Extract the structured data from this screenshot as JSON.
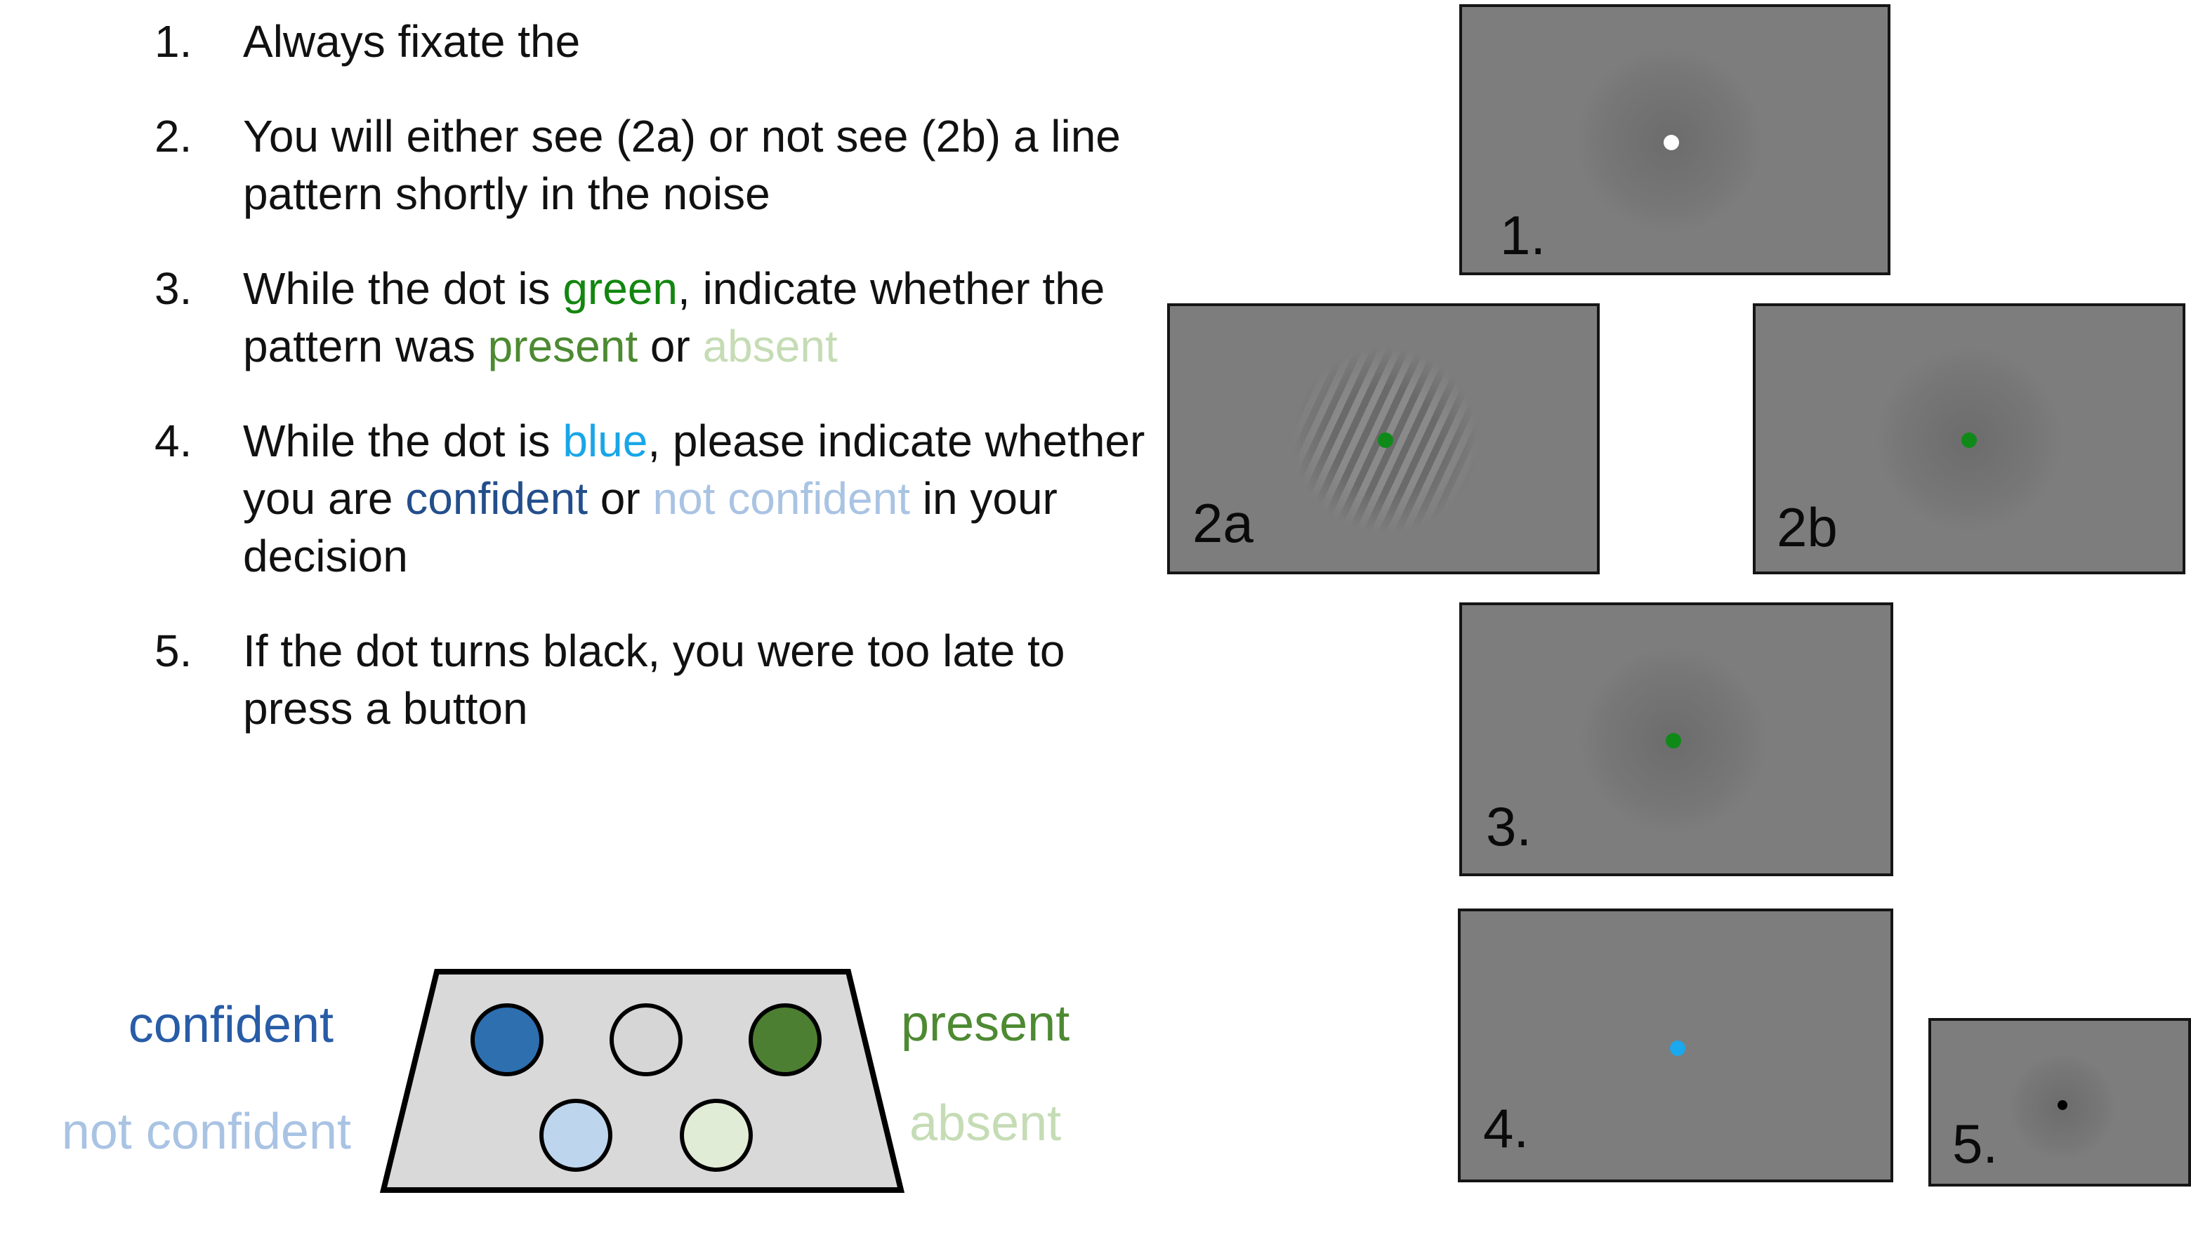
{
  "steps": [
    {
      "num": "1.",
      "segments": [
        {
          "text": "Always fixate the",
          "color": "#111111"
        }
      ]
    },
    {
      "num": "2.",
      "segments": [
        {
          "text": "You will either see (2a) or not see (2b) a line pattern shortly in the noise",
          "color": "#111111"
        }
      ]
    },
    {
      "num": "3.",
      "segments": [
        {
          "text": "While the dot is ",
          "color": "#111111"
        },
        {
          "text": "green",
          "color": "#13860f"
        },
        {
          "text": ", indicate whether the pattern was ",
          "color": "#111111"
        },
        {
          "text": "present",
          "color": "#4d8a32"
        },
        {
          "text": " or ",
          "color": "#111111"
        },
        {
          "text": "absent",
          "color": "#c5dcb5"
        }
      ]
    },
    {
      "num": "4.",
      "segments": [
        {
          "text": "While the dot is ",
          "color": "#111111"
        },
        {
          "text": "blue",
          "color": "#19a6e8"
        },
        {
          "text": ", please indicate whether you are ",
          "color": "#111111"
        },
        {
          "text": "confident",
          "color": "#234e8c"
        },
        {
          "text": " or ",
          "color": "#111111"
        },
        {
          "text": "not confident",
          "color": "#a9c3e3"
        },
        {
          "text": " in your decision",
          "color": "#111111"
        }
      ]
    },
    {
      "num": "5.",
      "segments": [
        {
          "text": "If the dot turns black, you were too late to press a button",
          "color": "#111111"
        }
      ]
    }
  ],
  "button_box": {
    "labels": {
      "confident": {
        "text": "confident",
        "color": "#285ca6"
      },
      "not_confident": {
        "text": "not confident",
        "color": "#a9c3e3"
      },
      "present": {
        "text": "present",
        "color": "#4d8a32"
      },
      "absent": {
        "text": "absent",
        "color": "#c5dcb5"
      }
    },
    "body_color": "#d9d9d9",
    "buttons": [
      {
        "name": "confident-button",
        "color": "#2e6fb0"
      },
      {
        "name": "neutral-button",
        "color": "#d6d6d6"
      },
      {
        "name": "present-button",
        "color": "#4d7f32"
      },
      {
        "name": "not-confident-button",
        "color": "#bdd6ee"
      },
      {
        "name": "absent-button",
        "color": "#e1ecd7"
      }
    ]
  },
  "screens": [
    {
      "label": "1.",
      "dot_color": "#ffffff",
      "stimulus": "noise"
    },
    {
      "label": "2a",
      "dot_color": "#0f8a18",
      "stimulus": "grating in noise"
    },
    {
      "label": "2b",
      "dot_color": "#0f8a18",
      "stimulus": "noise"
    },
    {
      "label": "3.",
      "dot_color": "#0f8a18",
      "stimulus": "noise"
    },
    {
      "label": "4.",
      "dot_color": "#1aa8ee",
      "stimulus": "none"
    },
    {
      "label": "5.",
      "dot_color": "#000000",
      "stimulus": "noise"
    }
  ]
}
